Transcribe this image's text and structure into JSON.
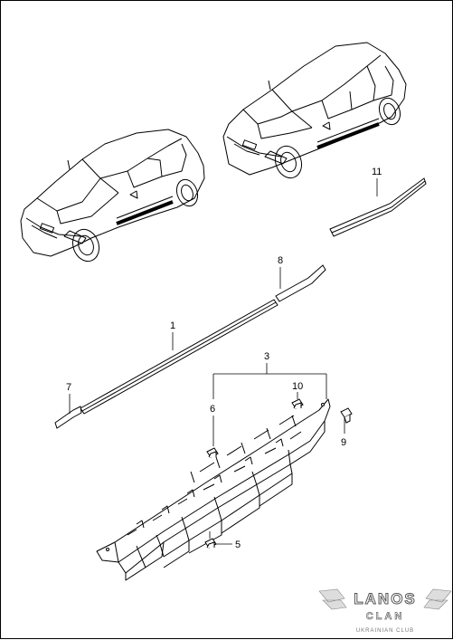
{
  "callouts": [
    "1",
    "3",
    "5",
    "6",
    "7",
    "8",
    "9",
    "10",
    "11"
  ],
  "logo": {
    "main": "LANOS",
    "sub": "CLAN",
    "club": "UKRAINIAN CLUB"
  },
  "colors": {
    "ink": "#000000",
    "background": "#ffffff",
    "logo_outline": "#555555"
  }
}
